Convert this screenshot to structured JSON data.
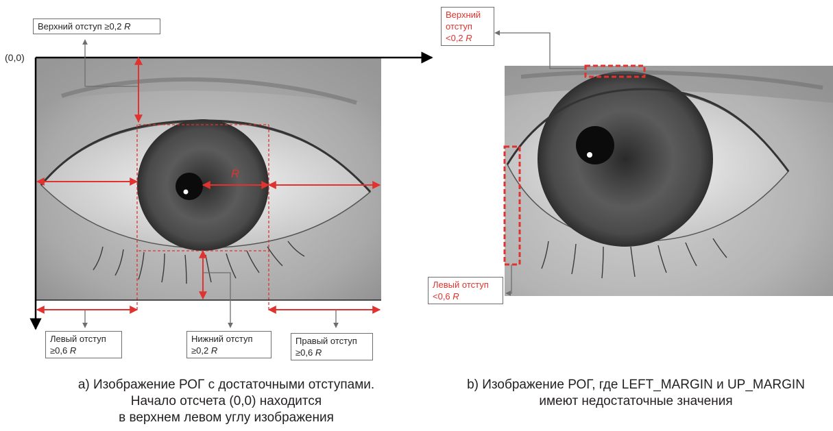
{
  "left_panel": {
    "origin_label": "(0,0)",
    "top_margin_label": {
      "text": "Верхний отступ ≥0,2",
      "var": "R"
    },
    "left_margin_label": {
      "line1": "Левый отступ",
      "line2": "≥0,6",
      "var": "R"
    },
    "bottom_margin_label": {
      "line1": "Нижний отступ",
      "line2": "≥0,2",
      "var": "R"
    },
    "right_margin_label": {
      "line1": "Правый отступ",
      "line2": "≥0,6",
      "var": "R"
    },
    "radius_label": "R",
    "caption": [
      "а) Изображение РОГ с достаточными отступами.",
      "Начало отсчета (0,0) находится",
      "в верхнем левом углу изображения"
    ]
  },
  "right_panel": {
    "top_margin_label": {
      "line1": "Верхний",
      "line2": "отступ",
      "line3": "<0,2",
      "var": "R"
    },
    "left_margin_label": {
      "line1": "Левый отступ",
      "line2": "<0,6",
      "var": "R"
    },
    "caption": [
      "b) Изображение РОГ, где LEFT_MARGIN и UP_MARGIN",
      "имеют недостаточные значения"
    ]
  },
  "colors": {
    "annotation_red": "#e0322e",
    "callout_gray": "#6d6e71",
    "axis": "#000000",
    "text": "#231f20"
  }
}
